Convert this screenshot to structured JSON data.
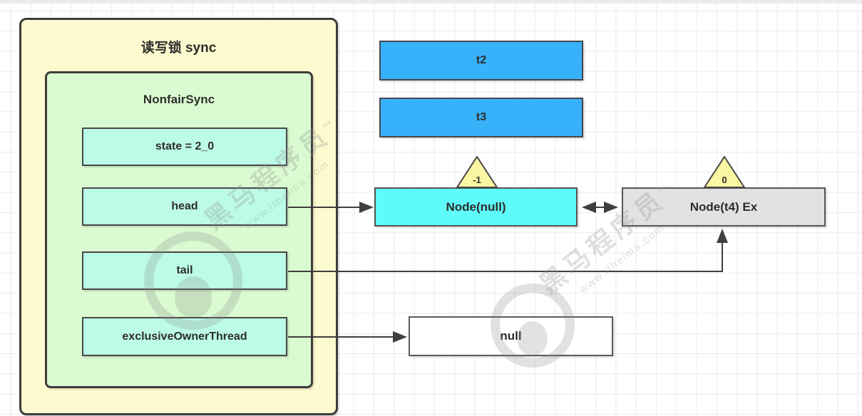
{
  "diagram": {
    "title": "读写锁 sync",
    "class_box": {
      "title": "NonfairSync",
      "fields": {
        "state": "state = 2_0",
        "head": "head",
        "tail": "tail",
        "exclusive_owner_thread": "exclusiveOwnerThread"
      }
    },
    "threads": {
      "t2": "t2",
      "t3": "t3"
    },
    "queue": {
      "node_null": {
        "label": "Node(null)",
        "wait_status": "-1"
      },
      "node_t4": {
        "label": "Node(t4) Ex",
        "wait_status": "0"
      }
    },
    "owner_value": "null",
    "watermark": {
      "brand": "黑马程序员",
      "trademark": "™",
      "url": "www.itheima.com"
    },
    "colors": {
      "container_yellow": "#fdfacf",
      "container_green": "#dafbd1",
      "field_mint": "#bcfbe5",
      "thread_blue": "#38b1fb",
      "node_cyan": "#5ffafa",
      "node_gray": "#e2e2e2",
      "owner_white": "#ffffff",
      "triangle_yellow": "#fbf6a2",
      "border_dark": "#3d3d3d",
      "text_dark": "#2e2e2e"
    }
  }
}
